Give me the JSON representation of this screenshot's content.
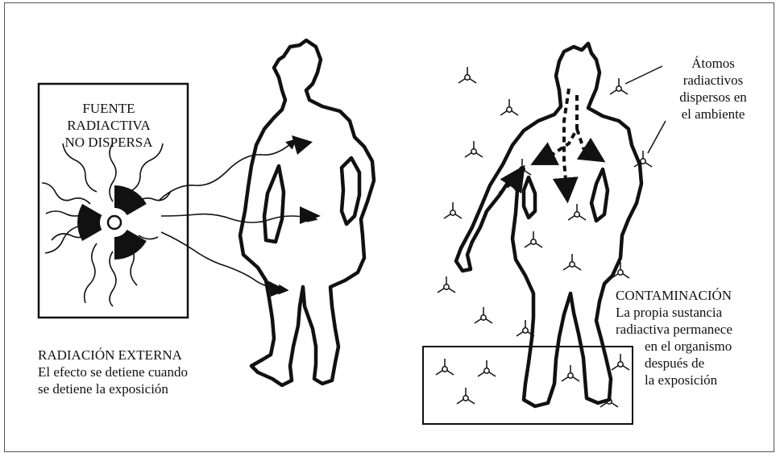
{
  "source_label": [
    "FUENTE",
    "RADIACTIVA",
    "NO DISPERSA"
  ],
  "external": {
    "title": "RADIACIÓN EXTERNA",
    "lines": [
      "El efecto se detiene cuando",
      "se detiene la exposición"
    ]
  },
  "atoms_label": [
    "Átomos",
    "radiactivos",
    "dispersos en",
    "el ambiente"
  ],
  "contamination": {
    "title": "CONTAMINACIÓN",
    "lines": [
      "La propia sustancia",
      "radiactiva permanece",
      "en el organismo",
      "después de",
      "la exposición"
    ]
  },
  "colors": {
    "ink": "#111111",
    "frame": "#555555",
    "background": "#ffffff"
  },
  "icons": [
    "radiation-trefoil-icon",
    "atom-icon",
    "human-silhouette",
    "arrow-icon"
  ]
}
